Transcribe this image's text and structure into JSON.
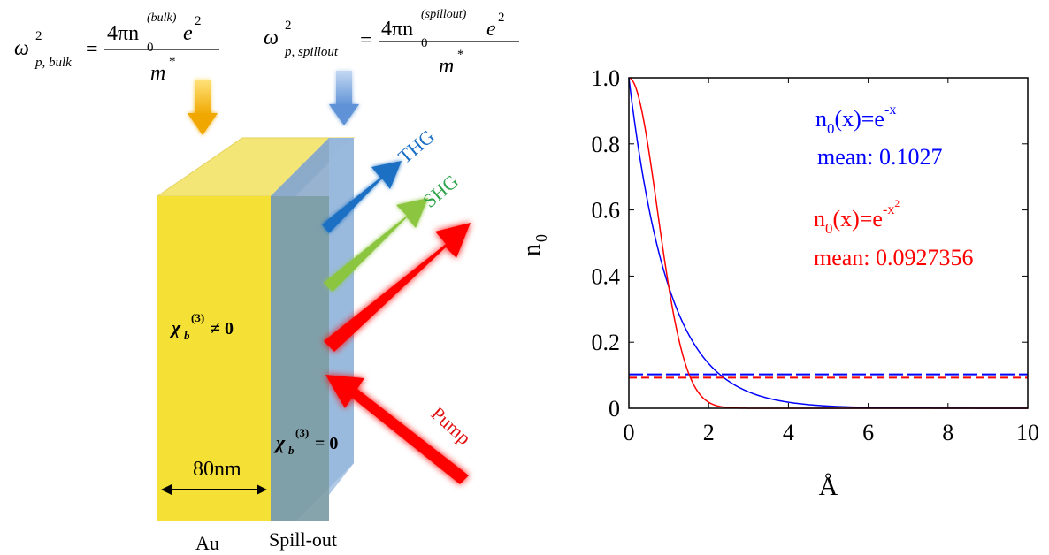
{
  "formulas": {
    "bulk": {
      "lhs_symbol": "ω",
      "lhs_power": "2",
      "lhs_sub": "p, bulk",
      "numerator_prefix": "4πn",
      "numerator_sub": "0",
      "numerator_sup": "(bulk)",
      "numerator_suffix": "e",
      "numerator_suffix_power": "2",
      "denominator": "m",
      "denominator_sup": "*"
    },
    "spillout": {
      "lhs_symbol": "ω",
      "lhs_power": "2",
      "lhs_sub": "p, spillout",
      "numerator_prefix": "4πn",
      "numerator_sub": "0",
      "numerator_sup": "(spillout)",
      "numerator_suffix": "e",
      "numerator_suffix_power": "2",
      "denominator": "m",
      "denominator_sup": "*"
    }
  },
  "diagram": {
    "chi_bulk": {
      "symbol": "χ",
      "sub": "b",
      "sup": "(3)",
      "rel": "≠ 0"
    },
    "chi_spill": {
      "symbol": "χ",
      "sub": "b",
      "sup": "(3)",
      "rel": "= 0"
    },
    "width_label": "80nm",
    "au_label": "Au",
    "spill_label": "Spill-out",
    "thg_label": "THG",
    "shg_label": "SHG",
    "pump_label": "Pump",
    "colors": {
      "gold": "#f5e03a",
      "gold_top": "#f7e96a",
      "spill": "#8fb0d6",
      "thg": "#1a6fc4",
      "shg": "#8cc63f",
      "pump": "#ff0000",
      "bulk_arrow": "#f5b800",
      "spill_arrow": "#7aa6dc"
    }
  },
  "chart_data": {
    "type": "line",
    "xlabel": "Å",
    "ylabel": "n",
    "ylabel_sub": "0",
    "xlim": [
      0,
      10
    ],
    "ylim": [
      0,
      1
    ],
    "xticks": [
      "0",
      "2",
      "4",
      "6",
      "8",
      "10"
    ],
    "yticks": [
      "0",
      "0.2",
      "0.4",
      "0.6",
      "0.8",
      "1.0"
    ],
    "grid": false,
    "series": [
      {
        "function": "exp(-x)",
        "color": "#0000ff",
        "mean": 0.1027,
        "x": [
          0,
          0.5,
          1,
          1.5,
          2,
          2.5,
          3,
          4,
          5,
          6,
          8,
          10
        ],
        "y": [
          1.0,
          0.607,
          0.368,
          0.223,
          0.135,
          0.082,
          0.05,
          0.018,
          0.007,
          0.002,
          0.0003,
          0.0
        ]
      },
      {
        "function": "exp(-x^2)",
        "color": "#ff0000",
        "mean": 0.0927356,
        "x": [
          0,
          0.25,
          0.5,
          0.75,
          1,
          1.25,
          1.5,
          1.75,
          2,
          2.5,
          3,
          10
        ],
        "y": [
          1.0,
          0.939,
          0.779,
          0.57,
          0.368,
          0.21,
          0.105,
          0.047,
          0.018,
          0.002,
          0.0001,
          0.0
        ]
      }
    ],
    "annotations": {
      "blue_formula": {
        "prefix": "n",
        "sub": "0",
        "mid": "(x)=e",
        "sup": "-x"
      },
      "blue_mean": "mean: 0.1027",
      "red_formula": {
        "prefix": "n",
        "sub": "0",
        "mid": "(x)=e",
        "sup": "-x",
        "supsup": "2"
      },
      "red_mean": "mean: 0.0927356"
    }
  }
}
